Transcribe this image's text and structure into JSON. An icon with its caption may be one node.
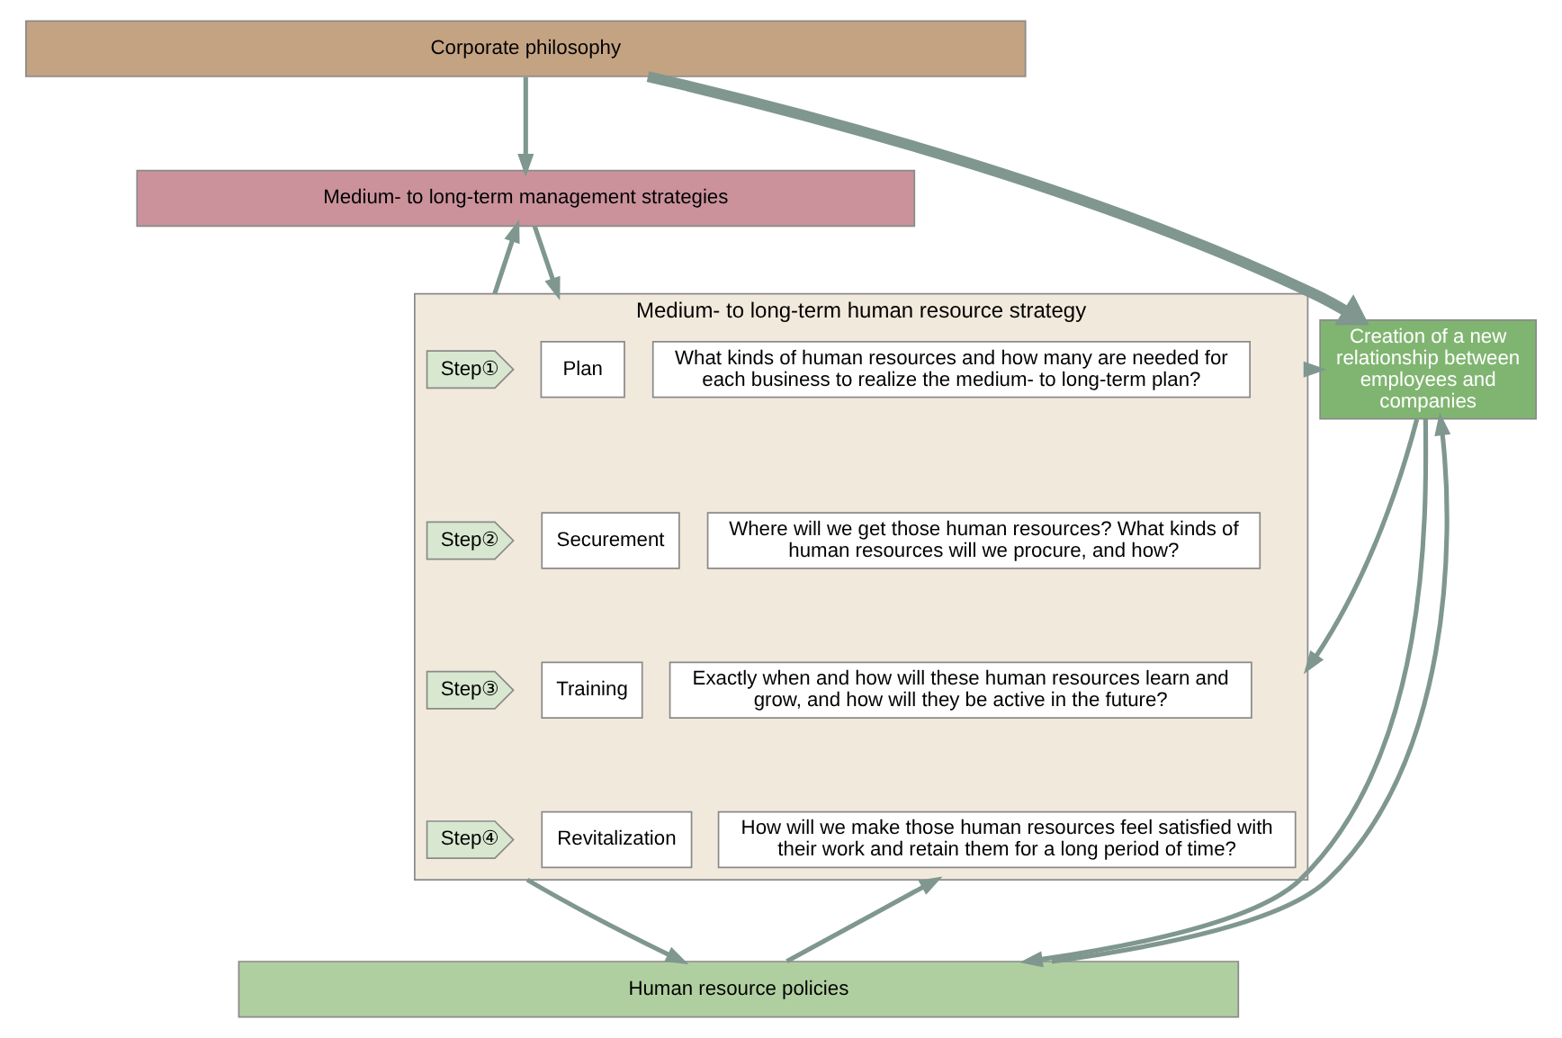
{
  "diagram": {
    "nodes": [
      {
        "text": [
          "Corporate philosophy"
        ]
      },
      {
        "text": [
          "Medium- to long-term management strategies"
        ]
      },
      {
        "text": [
          "Medium- to long-term human resource strategy"
        ]
      },
      {
        "text": [
          "Step①"
        ],
        "in": 2
      },
      {
        "text": [
          "Plan"
        ],
        "in": 2
      },
      {
        "text": [
          "What kinds of human resources and how many are needed for each business to realize the medium- to long-term plan?"
        ],
        "in": 2
      },
      {
        "text": [
          "Step②"
        ],
        "in": 2
      },
      {
        "text": [
          "Securement"
        ],
        "in": 2
      },
      {
        "text": [
          "Where will we get those human resources? What kinds of human resources will we procure, and how?"
        ],
        "in": 2
      },
      {
        "text": [
          "Step③"
        ],
        "in": 2
      },
      {
        "text": [
          "Training"
        ],
        "in": 2
      },
      {
        "text": [
          "Exactly when and how will these human resources learn and grow, and how will they be active in the future?"
        ],
        "in": 2
      },
      {
        "text": [
          "Step④"
        ],
        "in": 2
      },
      {
        "text": [
          "Revitalization"
        ],
        "in": 2
      },
      {
        "text": [
          "How will we make those human resources feel satisfied with their work and retain them for a long period of time?"
        ],
        "in": 2
      },
      {
        "text": [
          "Human resource policies"
        ]
      },
      {
        "text": [
          "Creation of a new relationship between employees and companies"
        ]
      }
    ],
    "edges": [
      {
        "from": 0,
        "to": 1,
        "arrow": "to"
      },
      {
        "from": 1,
        "to": 2,
        "arrow": "to"
      },
      {
        "from": 2,
        "to": 1,
        "arrow": "to"
      },
      {
        "from": 0,
        "to": 16,
        "arrow": "to",
        "style": "thick"
      },
      {
        "from": 2,
        "to": 16,
        "arrow": "to"
      },
      {
        "from": 16,
        "to": 2,
        "arrow": "to"
      },
      {
        "from": 2,
        "to": 15,
        "arrow": "to"
      },
      {
        "from": 15,
        "to": 2,
        "arrow": "to"
      },
      {
        "from": 15,
        "to": 16,
        "arrow": "to"
      },
      {
        "from": 16,
        "to": 15,
        "arrow": "to"
      }
    ]
  }
}
